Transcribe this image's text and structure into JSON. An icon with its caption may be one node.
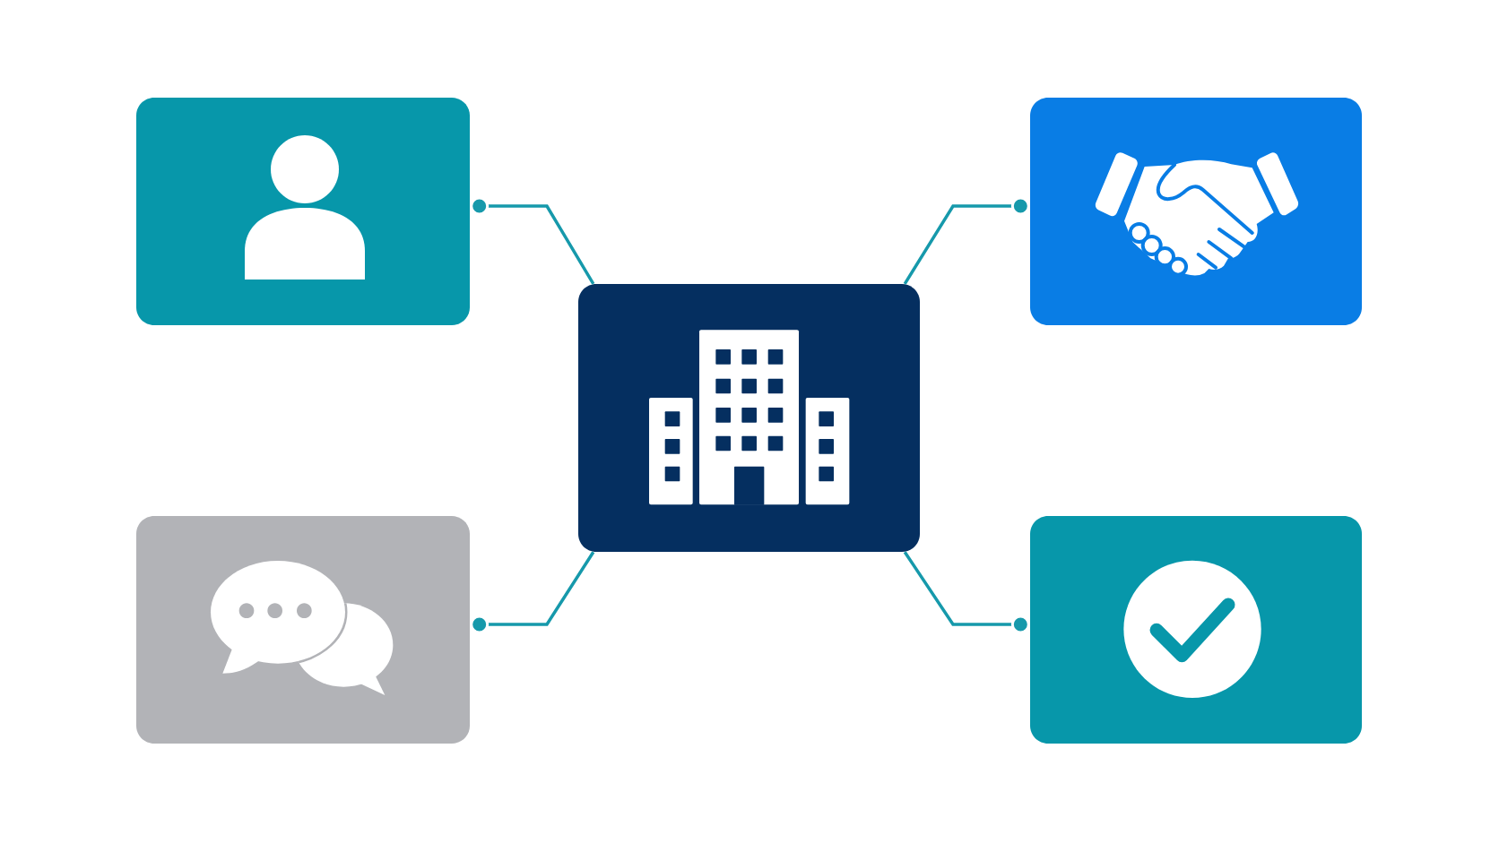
{
  "diagram": {
    "nodes": [
      {
        "text": [],
        "shape": "box"
      },
      {
        "text": [],
        "shape": "box"
      },
      {
        "text": [],
        "shape": "box"
      },
      {
        "text": [],
        "shape": "box"
      },
      {
        "text": [],
        "shape": "box"
      }
    ],
    "edges": [
      {
        "from": 2,
        "to": 0,
        "arrow": "other"
      },
      {
        "from": 2,
        "to": 1,
        "arrow": "other"
      },
      {
        "from": 2,
        "to": 3,
        "arrow": "other"
      },
      {
        "from": 2,
        "to": 4,
        "arrow": "other"
      }
    ]
  }
}
